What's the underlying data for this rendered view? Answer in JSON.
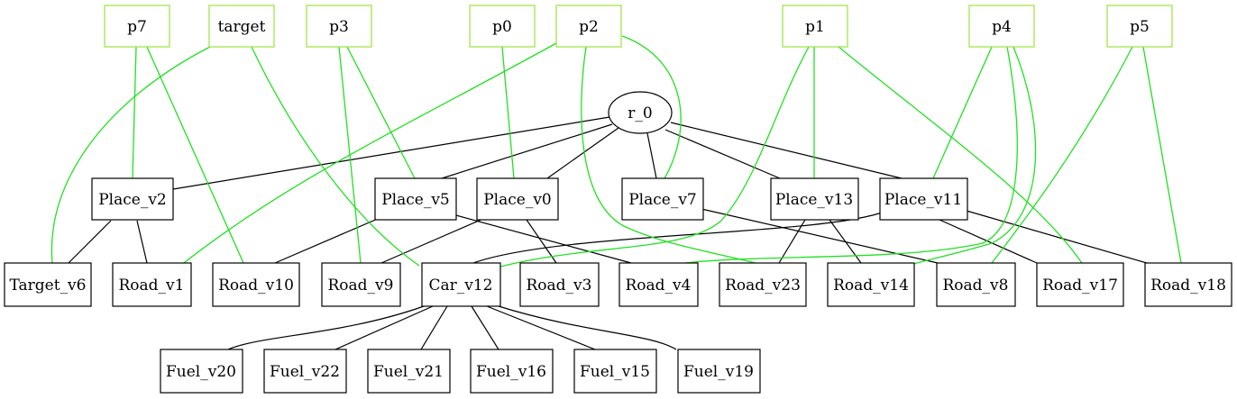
{
  "params": {
    "p7": "p7",
    "target": "target",
    "p3": "p3",
    "p0": "p0",
    "p2": "p2",
    "p1": "p1",
    "p4": "p4",
    "p5": "p5"
  },
  "root": {
    "r_0": "r_0"
  },
  "places": {
    "Place_v2": "Place_v2",
    "Place_v5": "Place_v5",
    "Place_v0": "Place_v0",
    "Place_v7": "Place_v7",
    "Place_v13": "Place_v13",
    "Place_v11": "Place_v11"
  },
  "objects": {
    "Target_v6": "Target_v6",
    "Road_v1": "Road_v1",
    "Road_v10": "Road_v10",
    "Road_v9": "Road_v9",
    "Car_v12": "Car_v12",
    "Road_v3": "Road_v3",
    "Road_v4": "Road_v4",
    "Road_v23": "Road_v23",
    "Road_v14": "Road_v14",
    "Road_v8": "Road_v8",
    "Road_v17": "Road_v17",
    "Road_v18": "Road_v18"
  },
  "fuels": {
    "Fuel_v20": "Fuel_v20",
    "Fuel_v22": "Fuel_v22",
    "Fuel_v21": "Fuel_v21",
    "Fuel_v16": "Fuel_v16",
    "Fuel_v15": "Fuel_v15",
    "Fuel_v19": "Fuel_v19"
  },
  "colors": {
    "param_border": "#9be33a",
    "param_edge": "#22e022",
    "edge": "#000000"
  }
}
